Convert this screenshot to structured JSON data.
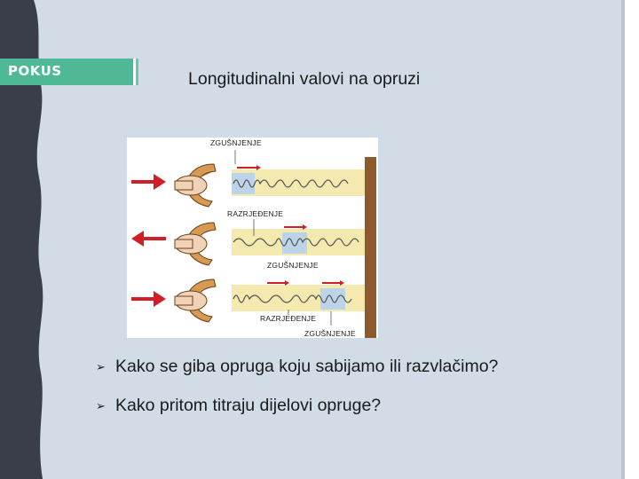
{
  "slide": {
    "tag": "POKUS",
    "title": "Longitudinalni valovi na opruzi"
  },
  "figure": {
    "labels": {
      "label_1": "ZGUŠNJENJE",
      "label_2": "RAZRJEĐENJE",
      "label_3": "ZGUŠNJENJE",
      "label_4": "RAZRJEĐENJE",
      "label_5": "ZGUŠNJENJE"
    }
  },
  "bullets": [
    {
      "marker": "➢",
      "text": "Kako se giba opruga koju sabijamo ili razvlačimo?"
    },
    {
      "marker": "➢",
      "text": "Kako pritom titraju dijelovi opruge?"
    }
  ],
  "colors": {
    "background": "#d2dce6",
    "left_band": "#3a3e4b",
    "tag_fill": "#4fb895",
    "arrow_red": "#d11f26",
    "spring_band": "#f4e9ae",
    "wall": "#8c5a2d"
  }
}
